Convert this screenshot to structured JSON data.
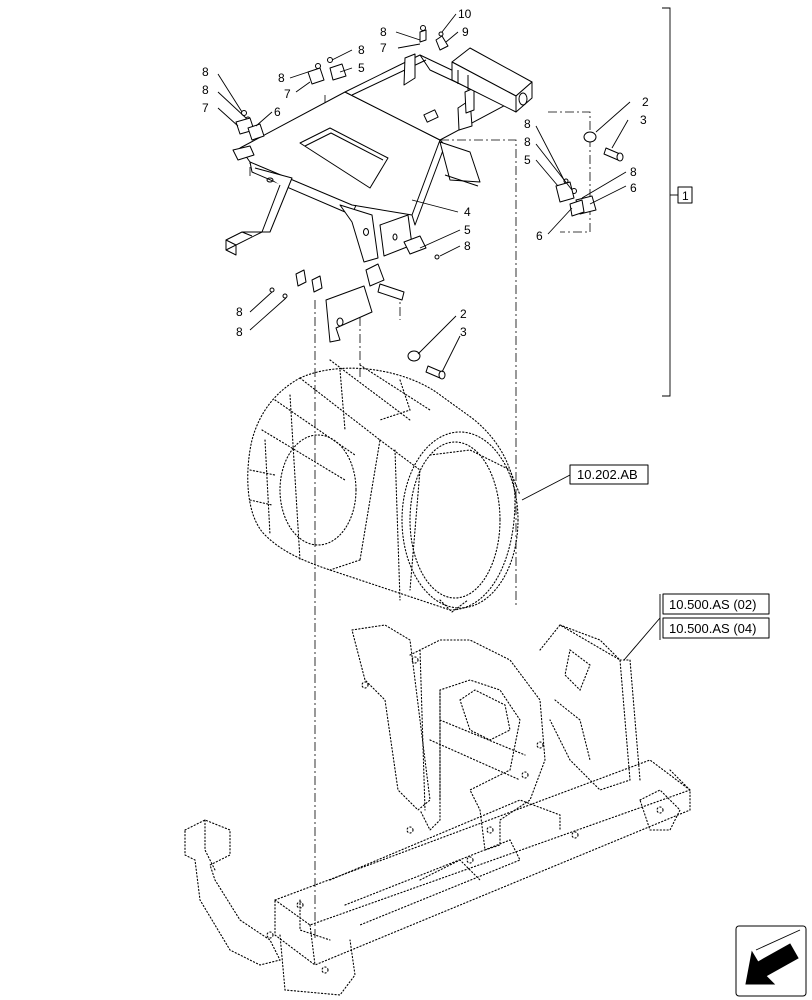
{
  "bracket_label": "1",
  "ref_labels": {
    "air_filter": "10.202.AB",
    "frame_1": "10.500.AS (02)",
    "frame_2": "10.500.AS (04)"
  },
  "callouts": {
    "c10": "10",
    "c9": "9",
    "c8a": "8",
    "c7a": "7",
    "c8b": "8",
    "c8c": "8",
    "c5a": "5",
    "c7b": "7",
    "c8d": "8",
    "c8e": "8",
    "c7c": "7",
    "c6a": "6",
    "c2a": "2",
    "c3a": "3",
    "c8f": "8",
    "c8g": "8",
    "c5b": "5",
    "c8h": "8",
    "c6b": "6",
    "c6c": "6",
    "c4": "4",
    "c5c": "5",
    "c8i": "8",
    "c8j": "8",
    "c8k": "8",
    "c2b": "2",
    "c3b": "3"
  },
  "icons": {
    "nav": "arrow-icon"
  }
}
